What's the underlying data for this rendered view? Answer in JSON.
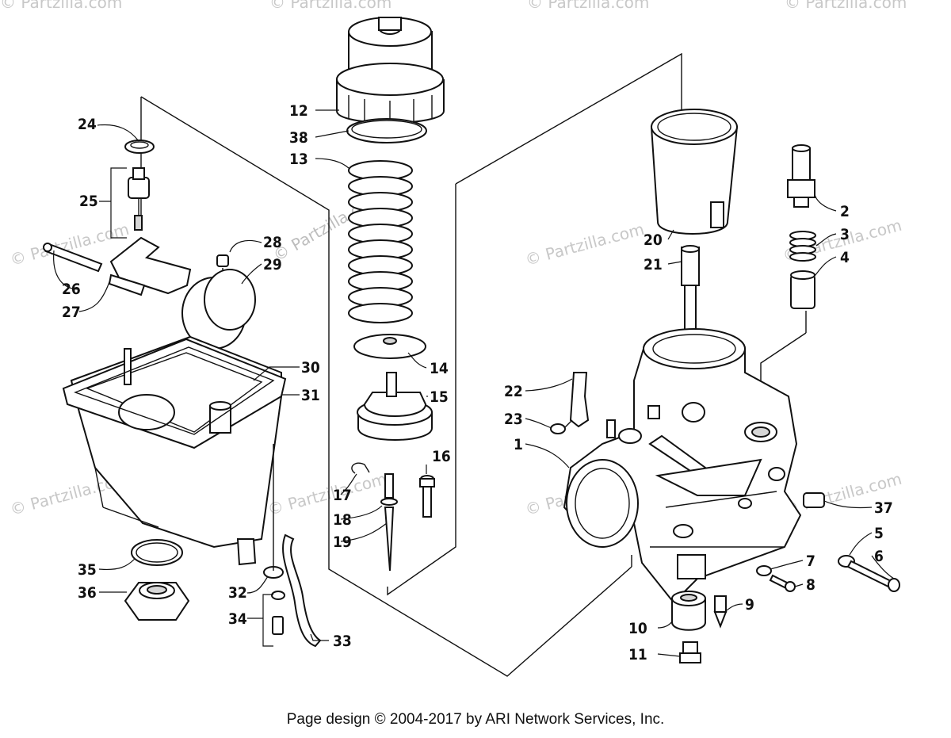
{
  "watermarks": {
    "brand": "© Partzilla.com",
    "center": "© Partzilla.com"
  },
  "callouts": [
    "1",
    "2",
    "3",
    "4",
    "5",
    "6",
    "7",
    "8",
    "9",
    "10",
    "11",
    "12",
    "13",
    "14",
    "15",
    "16",
    "17",
    "18",
    "19",
    "20",
    "21",
    "22",
    "23",
    "24",
    "25",
    "26",
    "27",
    "28",
    "29",
    "30",
    "31",
    "32",
    "33",
    "34",
    "35",
    "36",
    "37",
    "38"
  ],
  "footer": {
    "text": "Page design © 2004-2017 by ARI Network Services, Inc."
  }
}
